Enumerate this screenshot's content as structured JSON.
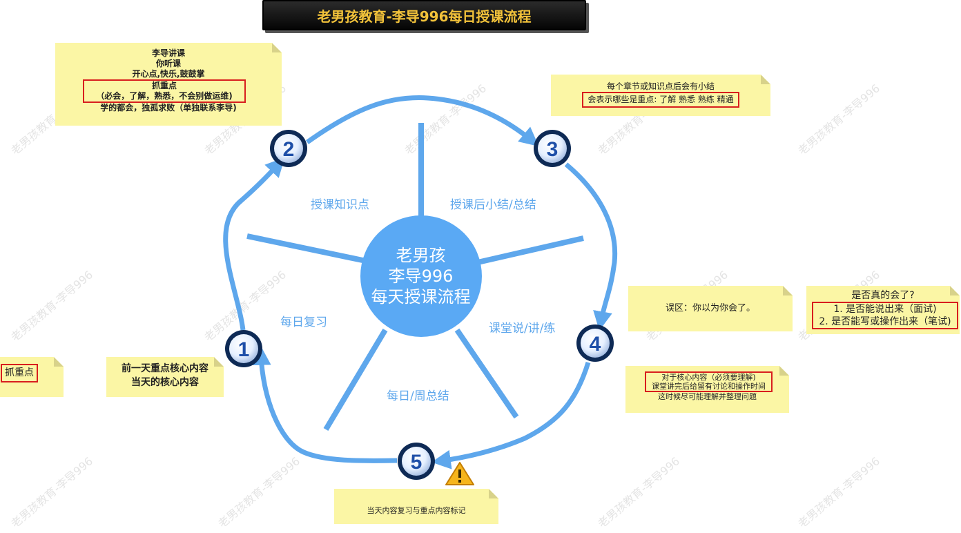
{
  "title": "老男孩教育-李导996每日授课流程",
  "center": {
    "line1": "老男孩",
    "line2": "李导996",
    "line3": "每天授课流程"
  },
  "segments": {
    "s1": "授课知识点",
    "s2": "授课后小结/总结",
    "s3": "每日复习",
    "s4": "课堂说/讲/练",
    "s5": "每日/周总结"
  },
  "steps": [
    "1",
    "2",
    "3",
    "4",
    "5"
  ],
  "notes": {
    "top_left": {
      "line1": "李导讲课",
      "line2": "你听课",
      "line3": "开心点,快乐,鼓鼓掌",
      "line4": "抓重点",
      "line5": "（必会，了解，熟悉，不会别做运维)",
      "line6": "学的都会，独孤求败（单独联系李导)"
    },
    "top_right": {
      "line1": "每个章节或知识点后会有小结",
      "line2": "会表示哪些是重点: 了解 熟悉  熟练  精通"
    },
    "mistake": "误区：你以为你会了。",
    "really": {
      "line1": "是否真的会了?",
      "line2": "1.  是否能说出来（面试)",
      "line3": "2. 是否能写或操作出来（笔试)"
    },
    "core": {
      "line1": "对于核心内容（必须要理解)",
      "line2": "课堂讲完后给留有讨论和操作时间",
      "line3": "这时候尽可能理解并整理问题"
    },
    "bottom": "当天内容复习与重点内容标记",
    "left_main": {
      "line1": "前一天重点核心内容",
      "line2": "当天的核心内容"
    },
    "far_left": "抓重点"
  },
  "warning_icon": "warning-triangle-icon",
  "watermark": "老男孩教育-李导996",
  "colors": {
    "arrow": "#5ea7ec",
    "circle": "#5aa9f4",
    "note": "#fbf6a5",
    "highlight": "#d81e1e",
    "title_text": "#f2c23a"
  }
}
